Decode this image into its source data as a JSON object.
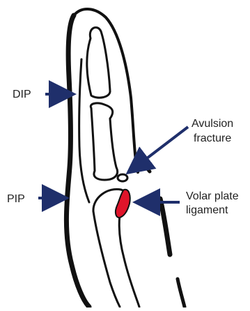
{
  "diagram": {
    "labels": {
      "dip": "DIP",
      "pip": "PIP",
      "avulsion_line1": "Avulsion",
      "avulsion_line2": "fracture",
      "volar_line1": "Volar plate",
      "volar_line2": "ligament"
    },
    "colors": {
      "outline": "#111111",
      "arrow": "#1f2f6b",
      "ligament": "#e0142a",
      "background": "#ffffff"
    }
  }
}
